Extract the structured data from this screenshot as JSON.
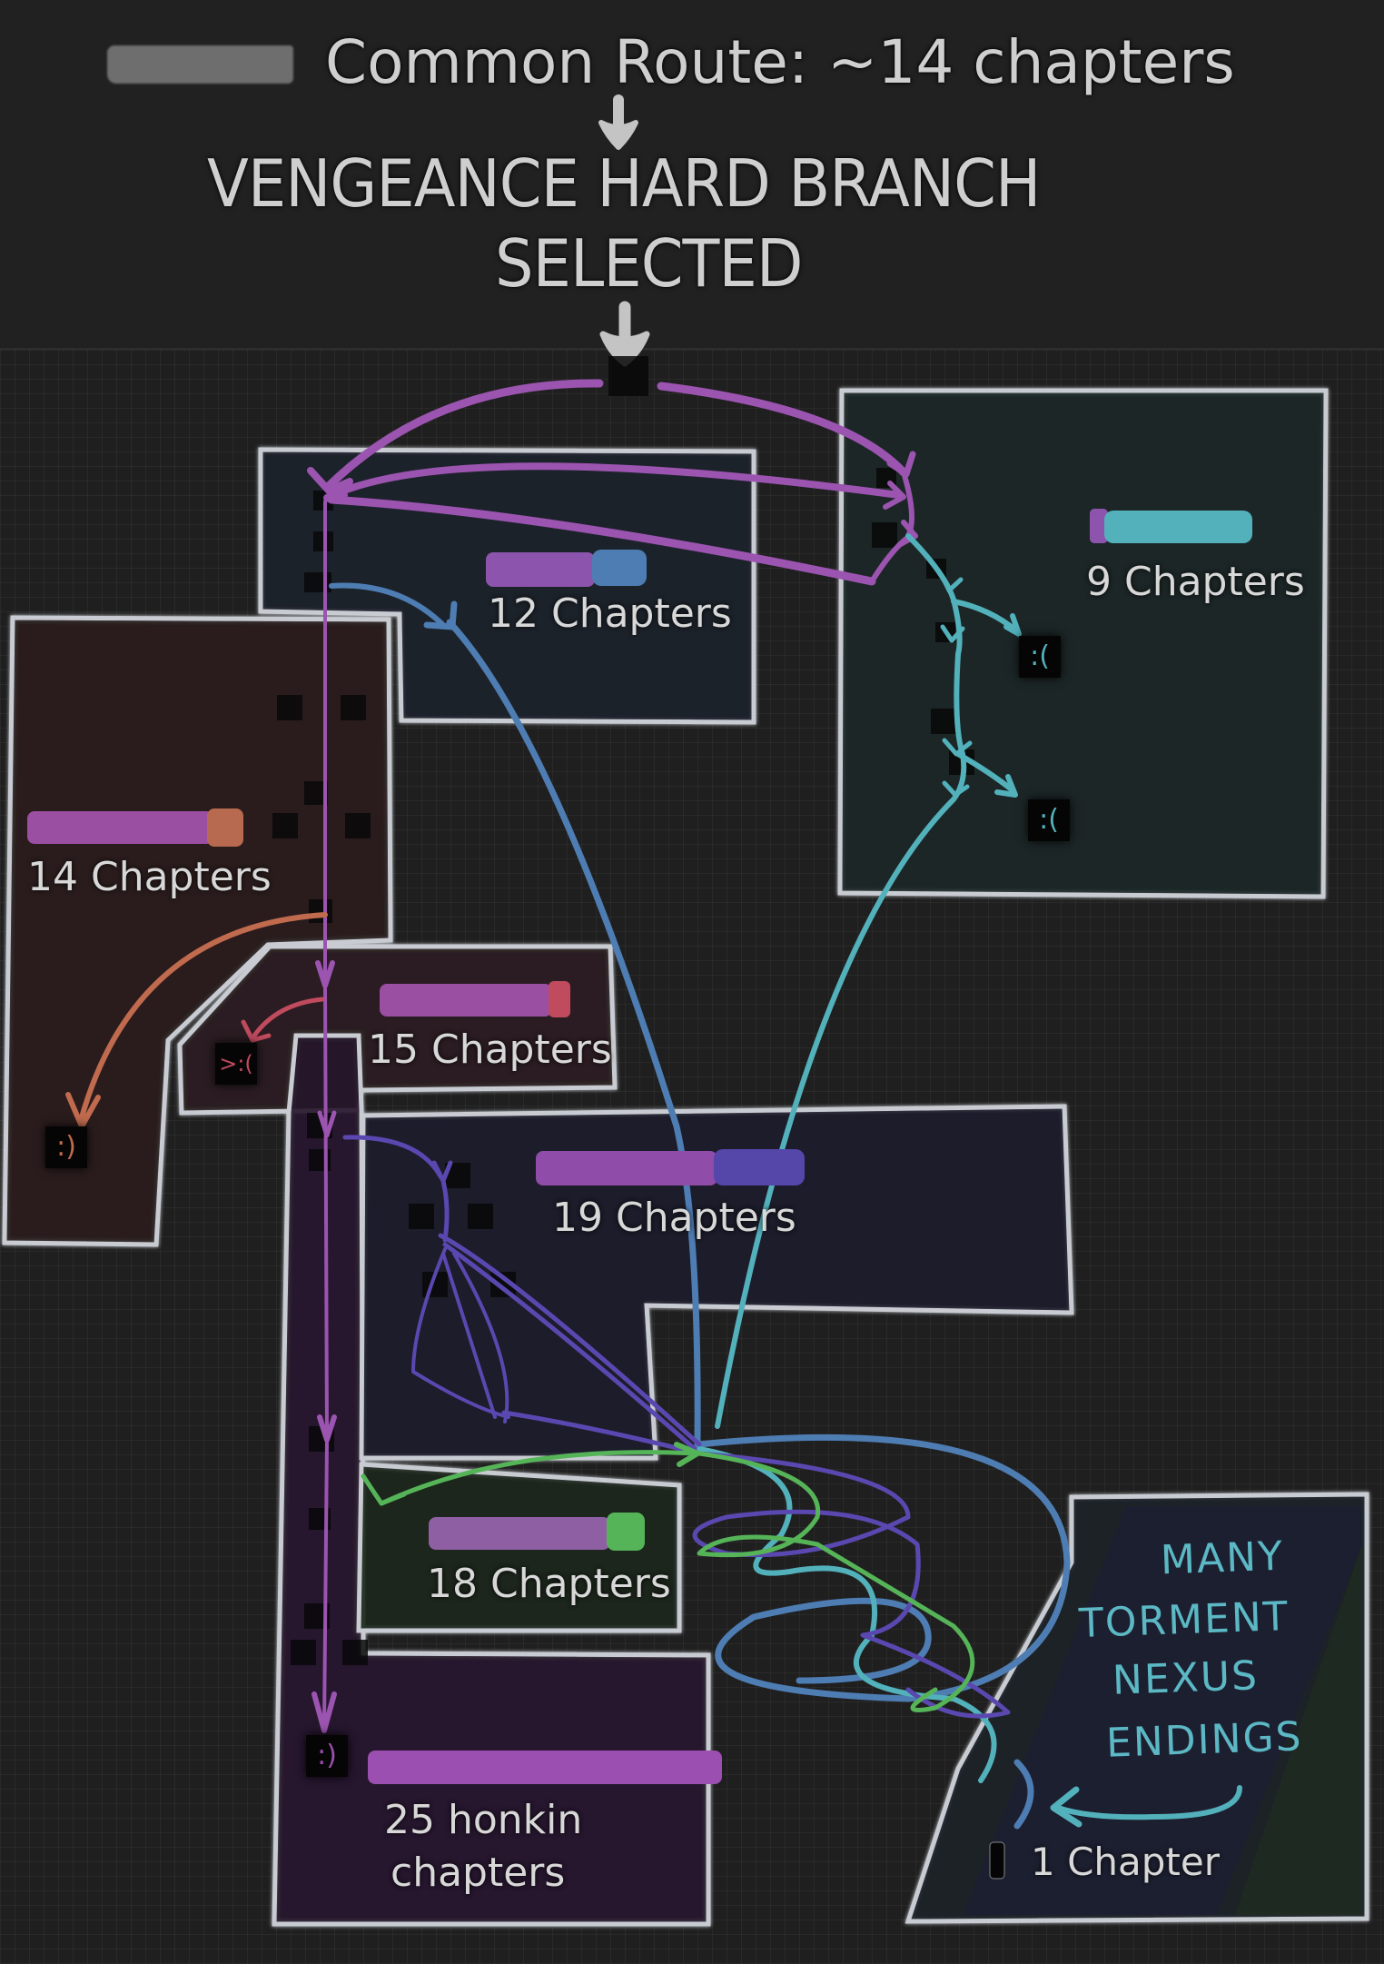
{
  "header": {
    "common_route": "Common Route: ~14 chapters",
    "branch_line1": "VENGEANCE HARD BRANCH",
    "branch_line2": "SELECTED"
  },
  "colors": {
    "background": "#212121",
    "box_outline": "#c8ccd2",
    "main_route": "#9b4fb0",
    "route_12": "#4e7db3",
    "route_9": "#52b1bb",
    "route_14": "#c06a4e",
    "route_15": "#c04a5e",
    "route_19": "#5a48b0",
    "route_18": "#56b458",
    "text": "#d8d8d8"
  },
  "branches": [
    {
      "id": "branch-12",
      "label": "12 Chapters",
      "bar_colors": [
        "#8c54ac",
        "#4e7db3"
      ],
      "fill": "#1b1f2b"
    },
    {
      "id": "branch-9",
      "label": "9 Chapters",
      "bar_colors": [
        "#8c54ac",
        "#52b1bb"
      ],
      "fill": "#1c2828"
    },
    {
      "id": "branch-14",
      "label": "14 Chapters",
      "bar_colors": [
        "#9b4fa3",
        "#b86a50"
      ],
      "fill": "#2a1e1e"
    },
    {
      "id": "branch-15",
      "label": "15 Chapters",
      "bar_colors": [
        "#9b4fa3",
        "#c04a5e"
      ],
      "fill": "#2a1e1f"
    },
    {
      "id": "branch-19",
      "label": "19 Chapters",
      "bar_colors": [
        "#8f4ca9",
        "#5546aa"
      ],
      "fill": "#1b1b2b"
    },
    {
      "id": "branch-18",
      "label": "18 Chapters",
      "bar_colors": [
        "#8f5fa3",
        "#56b458"
      ],
      "fill": "#1d281d"
    },
    {
      "id": "branch-25",
      "label_line1": "25 honkin",
      "label_line2": "chapters",
      "bar_colors": [
        "#9b4fb0"
      ],
      "fill": "#28192e"
    },
    {
      "id": "branch-nexus",
      "label": "1 Chapter",
      "fill": "#1b2228"
    }
  ],
  "nexus": {
    "lines": [
      "MANY",
      "TORMENT",
      "NEXUS",
      "ENDINGS"
    ]
  },
  "endings": [
    {
      "branch": "branch-9",
      "mood": "sad",
      "glyph": ":("
    },
    {
      "branch": "branch-9",
      "mood": "sad",
      "glyph": ":("
    },
    {
      "branch": "branch-14",
      "mood": "happy",
      "glyph": ":)"
    },
    {
      "branch": "branch-15",
      "mood": "angry",
      "glyph": ">:("
    },
    {
      "branch": "branch-25",
      "mood": "happy",
      "glyph": ":)"
    }
  ]
}
